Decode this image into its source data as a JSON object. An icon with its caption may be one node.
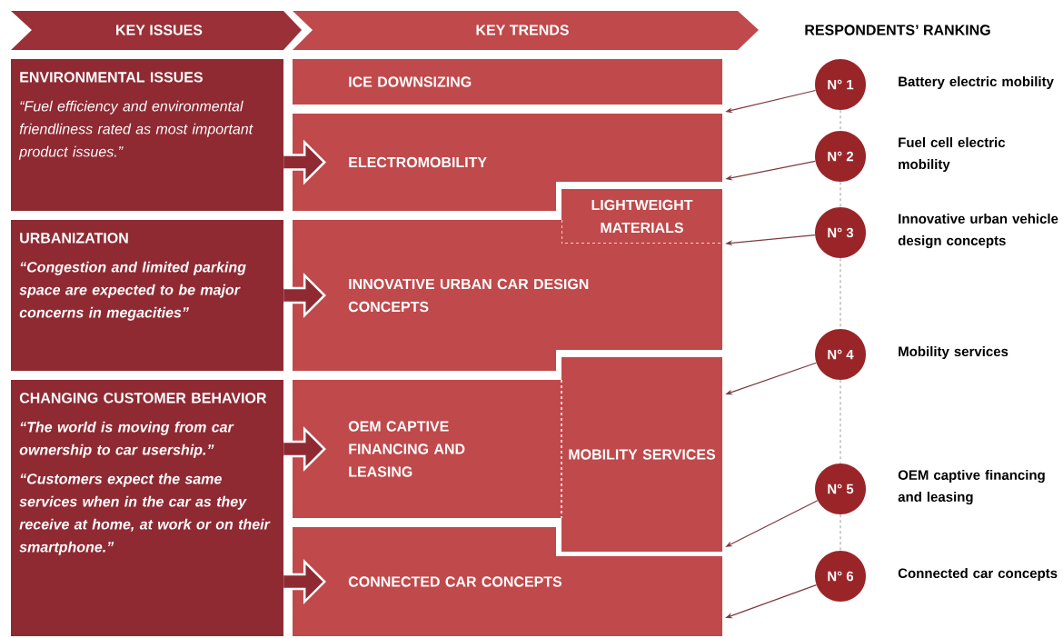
{
  "diagram": {
    "nodes": [
      {
        "text": [
          "KEY ISSUES"
        ]
      },
      {
        "text": [
          "KEY TRENDS"
        ]
      },
      {
        "text": [
          "ENVIRONMENTAL ISSUES",
          "“Fuel efficiency and environmental friendliness rated as most important product issues.”"
        ]
      },
      {
        "text": [
          "URBANIZATION",
          "“Congestion and limited parking space are expected to be major concerns in megacities”"
        ]
      },
      {
        "text": [
          "CHANGING CUSTOMER BEHAVIOR",
          "“The world is moving from car ownership to car usership.”",
          "“Customers expect the same services when in the car as they receive at home, at work or on their smartphone.”"
        ]
      },
      {
        "text": [
          "ICE DOWNSIZING"
        ]
      },
      {
        "text": [
          "ELECTROMOBILITY"
        ]
      },
      {
        "text": [
          "LIGHTWEIGHT MATERIALS"
        ]
      },
      {
        "text": [
          "INNOVATIVE URBAN CAR DESIGN CONCEPTS"
        ]
      },
      {
        "text": [
          "OEM CAPTIVE FINANCING AND LEASING"
        ]
      },
      {
        "text": [
          "MOBILITY SERVICES"
        ]
      },
      {
        "text": [
          "CONNECTED CAR CONCEPTS"
        ]
      },
      {
        "text": [
          "N° 1"
        ],
        "beside": [
          "Battery electric mobility"
        ]
      },
      {
        "text": [
          "N° 2"
        ],
        "beside": [
          "Fuel cell electric mobility"
        ]
      },
      {
        "text": [
          "N° 3"
        ],
        "beside": [
          "Innovative urban vehicle design concepts"
        ]
      },
      {
        "text": [
          "N° 4"
        ],
        "beside": [
          "Mobility services"
        ]
      },
      {
        "text": [
          "N° 5"
        ],
        "beside": [
          "OEM captive financing and leasing"
        ]
      },
      {
        "text": [
          "N° 6"
        ],
        "beside": [
          "Connected car concepts"
        ]
      }
    ],
    "edges": [
      {
        "from": 2,
        "to": 6,
        "arrow": "to",
        "style": "thick"
      },
      {
        "from": 3,
        "to": 8,
        "arrow": "to",
        "style": "thick"
      },
      {
        "from": 4,
        "to": 9,
        "arrow": "to",
        "style": "thick"
      },
      {
        "from": 4,
        "to": 11,
        "arrow": "to",
        "style": "thick"
      },
      {
        "from": 12,
        "to": 6,
        "arrow": "to"
      },
      {
        "from": 13,
        "to": 6,
        "arrow": "to"
      },
      {
        "from": 14,
        "to": 8,
        "arrow": "to"
      },
      {
        "from": 15,
        "to": 10,
        "arrow": "to"
      },
      {
        "from": 16,
        "to": 10,
        "arrow": "to"
      },
      {
        "from": 17,
        "to": 11,
        "arrow": "to"
      },
      {
        "from": 12,
        "to": 13,
        "arrow": "none",
        "style": "dashed",
        "color": "#9a9a9a"
      },
      {
        "from": 13,
        "to": 14,
        "arrow": "none",
        "style": "dashed",
        "color": "#9a9a9a"
      },
      {
        "from": 14,
        "to": 15,
        "arrow": "none",
        "style": "dashed",
        "color": "#9a9a9a"
      },
      {
        "from": 15,
        "to": 16,
        "arrow": "none",
        "style": "dashed",
        "color": "#9a9a9a"
      },
      {
        "from": 16,
        "to": 17,
        "arrow": "none",
        "style": "dashed",
        "color": "#9a9a9a"
      }
    ],
    "labels": [
      "RESPONDENTS’ RANKING"
    ]
  }
}
